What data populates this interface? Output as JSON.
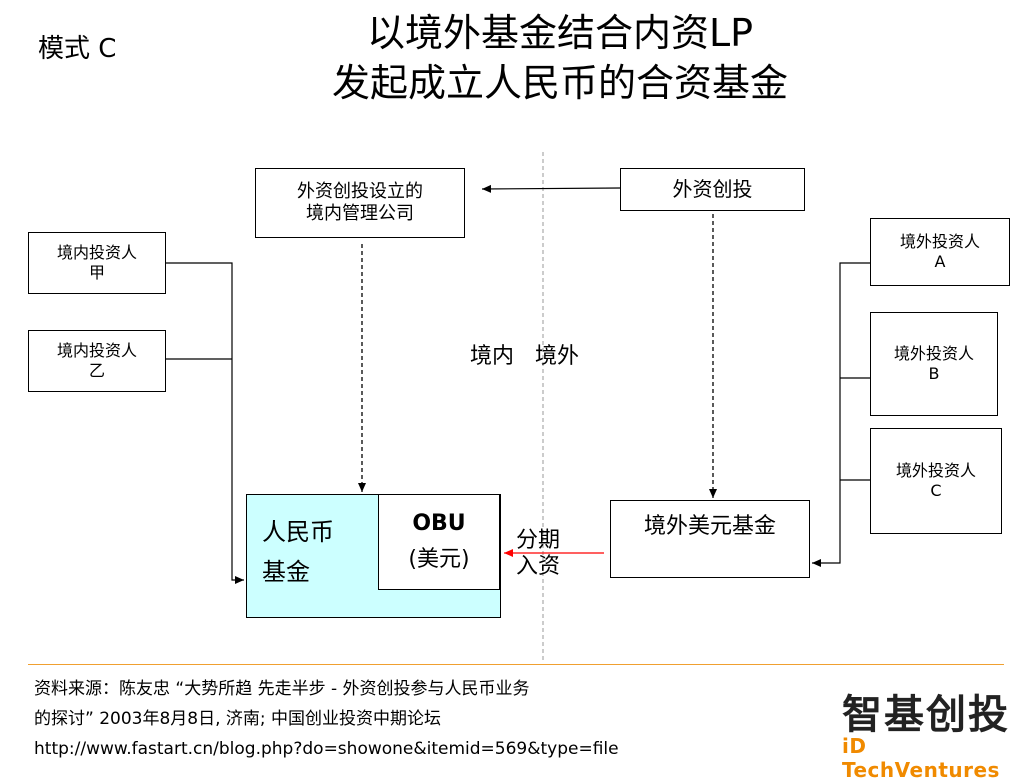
{
  "mode_label": "模式 C",
  "title": {
    "line1": "以境外基金结合内资LP",
    "line2": "发起成立人民币的合资基金"
  },
  "nodes": {
    "domestic_mgmt": {
      "line1": "外资创投设立的",
      "line2": "境内管理公司"
    },
    "foreign_vc": {
      "label": "外资创投"
    },
    "domestic_investor_a": {
      "line1": "境内投资人",
      "line2": "甲"
    },
    "domestic_investor_b": {
      "line1": "境内投资人",
      "line2": "乙"
    },
    "offshore_investor_a": {
      "line1": "境外投资人",
      "line2": "A"
    },
    "offshore_investor_b": {
      "line1": "境外投资人",
      "line2": "B"
    },
    "offshore_investor_c": {
      "line1": "境外投资人",
      "line2": "C"
    },
    "rmb_fund": {
      "line1": "人民币",
      "line2": "基金"
    },
    "obu": {
      "line1": "OBU",
      "line2": "(美元)"
    },
    "offshore_usd_fund": {
      "label": "境外美元基金"
    }
  },
  "region_labels": {
    "domestic": "境内",
    "offshore": "境外"
  },
  "flow_label": {
    "line1": "分期",
    "line2": "入资"
  },
  "colors": {
    "rmb_fund_fill": "#ccffff",
    "flow_arrow": "#ff0000",
    "logo_accent": "#f08a00",
    "footer_rule": "#f0a030"
  },
  "source": {
    "line1": "资料来源：陈友忠 “大势所趋 先走半步 - 外资创投参与人民币业务",
    "line2": "的探讨” 2003年8月8日, 济南; 中国创业投资中期论坛",
    "line3": "http://www.fastart.cn/blog.php?do=showone&itemid=569&type=file"
  },
  "logo": {
    "cn": "智基创投",
    "en": "iD TechVentures"
  }
}
